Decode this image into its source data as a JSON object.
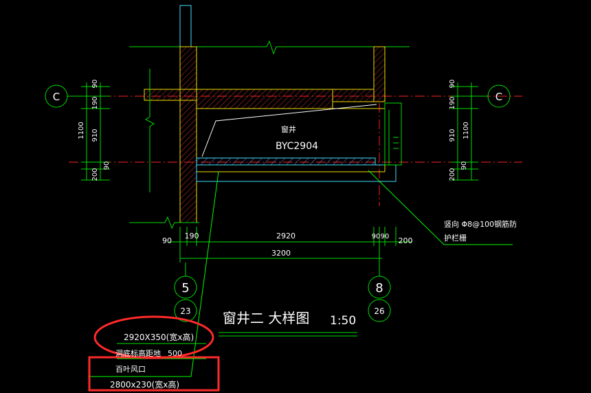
{
  "colors": {
    "background": "#000000",
    "dimension": "#00e000",
    "wall_hatch": "#ff3030",
    "wall_outline": "#f0e000",
    "leader": "#00ff00",
    "axis_line": "#ff2020",
    "column": "#40e0ff",
    "text": "#ffffff",
    "annotation_circle": "#ff2a2a",
    "annotation_box": "#ff2a2a"
  },
  "grid_labels": {
    "left_top": "C",
    "right_top": "C",
    "bottom_left_axis": "5",
    "bottom_left_sheet": "23",
    "bottom_right_axis": "8",
    "bottom_right_sheet": "26"
  },
  "window_well": {
    "label": "窗井",
    "code": "BYC2904"
  },
  "rebar_note": {
    "line1": "竖向 Φ8@100钢筋防",
    "line2": "护栏栅"
  },
  "dimensions": {
    "left_vertical": {
      "total": "1100",
      "top1": "90",
      "top2": "190",
      "middle": "910",
      "bottom1": "90",
      "bottom2": "200"
    },
    "right_vertical": {
      "total": "1100",
      "top1": "90",
      "top2": "190",
      "middle": "910",
      "bottom1": "90",
      "bottom2": "200"
    },
    "bottom": {
      "d90": "90",
      "d190": "190",
      "d2920": "2920",
      "d90b": "90",
      "d90c": "90",
      "d200": "200",
      "total": "3200"
    }
  },
  "title": {
    "name": "窗井二   大样图",
    "scale": "1:50"
  },
  "notes": {
    "opening_size": "2920X350(宽x高)",
    "sill_height_label": "洞底标高距地",
    "sill_height_value": "500",
    "louver_label": "百叶风口",
    "louver_size": "2800x230(宽x高)"
  }
}
